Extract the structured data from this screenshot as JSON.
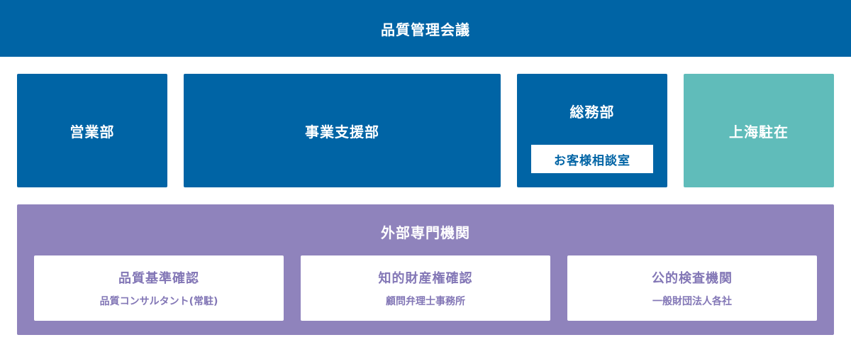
{
  "header": {
    "title": "品質管理会議"
  },
  "departments": [
    {
      "label": "営業部",
      "color": "#0064a5"
    },
    {
      "label": "事業支援部",
      "color": "#0064a5"
    },
    {
      "label": "総務部",
      "sub_label": "お客様相談室",
      "color": "#0064a5"
    },
    {
      "label": "上海駐在",
      "color": "#60bcba"
    }
  ],
  "external": {
    "title": "外部専門機関",
    "color": "#8f83bc",
    "cards": [
      {
        "title": "品質基準確認",
        "subtitle": "品質コンサルタント(常駐)"
      },
      {
        "title": "知的財産権確認",
        "subtitle": "顧問弁理士事務所"
      },
      {
        "title": "公的検査機関",
        "subtitle": "一般財団法人各社"
      }
    ]
  }
}
